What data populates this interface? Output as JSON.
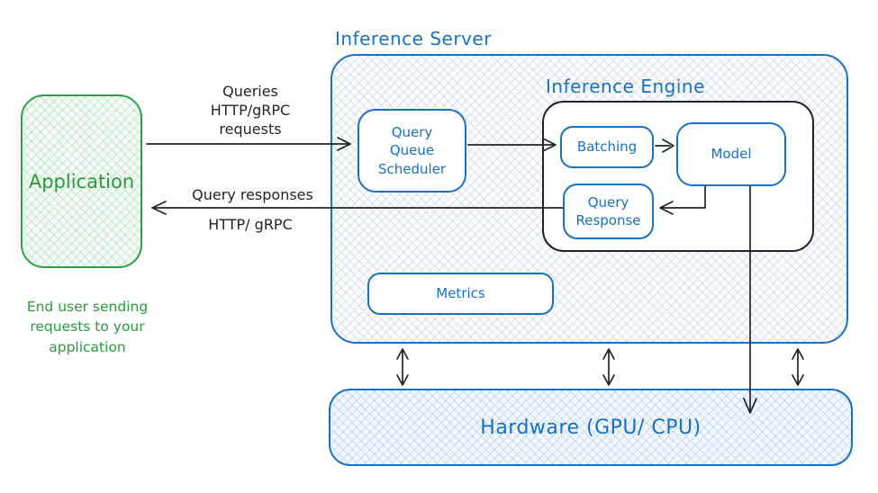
{
  "colors": {
    "green": "#2f9e44",
    "blue": "#1971c2",
    "ink": "#212529"
  },
  "application": {
    "label": "Application",
    "caption": [
      "End user sending",
      "requests to your",
      "application"
    ]
  },
  "labels": {
    "request": [
      "Queries",
      "HTTP/gRPC",
      "requests"
    ],
    "response_above": "Query responses",
    "response_below": "HTTP/ gRPC"
  },
  "server": {
    "title": "Inference Server"
  },
  "engine": {
    "title": "Inference Engine"
  },
  "nodes": {
    "query_queue_scheduler": [
      "Query",
      "Queue",
      "Scheduler"
    ],
    "batching": "Batching",
    "model": "Model",
    "query_response": [
      "Query",
      "Response"
    ],
    "metrics": "Metrics",
    "hardware": "Hardware (GPU/ CPU)"
  }
}
